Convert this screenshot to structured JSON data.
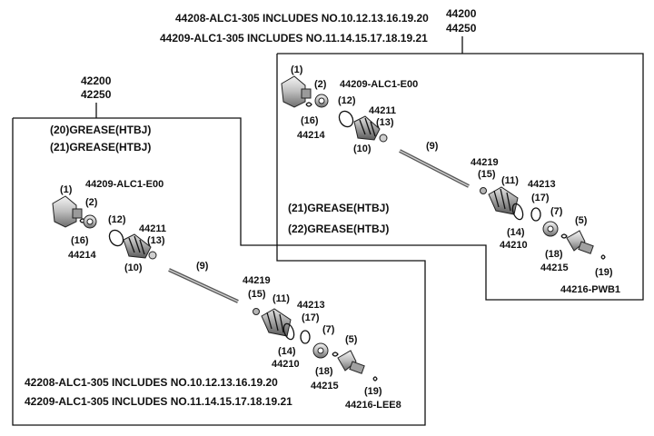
{
  "top_notes": {
    "line1": "44208-ALC1-305 INCLUDES NO.10.12.13.16.19.20",
    "line2": "44209-ALC1-305 INCLUDES NO.11.14.15.17.18.19.21"
  },
  "right_assembly": {
    "part_no_1": "44200",
    "part_no_2": "44250",
    "labels": {
      "c1": "(1)",
      "c2": "(2)",
      "c16": "(16)",
      "p44214": "44214",
      "p44209": "44209-ALC1-E00",
      "c12": "(12)",
      "p44211": "44211",
      "c13": "(13)",
      "c10": "(10)",
      "c9": "(9)",
      "p44219": "44219",
      "c15": "(15)",
      "c11": "(11)",
      "p44213": "44213",
      "c17": "(17)",
      "c7": "(7)",
      "c14": "(14)",
      "p44210": "44210",
      "c5": "(5)",
      "c18": "(18)",
      "p44215": "44215",
      "c19": "(19)",
      "p44216": "44216-PWB1"
    },
    "grease_1": "(21)GREASE(HTBJ)",
    "grease_2": "(22)GREASE(HTBJ)"
  },
  "left_assembly": {
    "part_no_1": "42200",
    "part_no_2": "42250",
    "grease_1": "(20)GREASE(HTBJ)",
    "grease_2": "(21)GREASE(HTBJ)",
    "labels": {
      "c1": "(1)",
      "c2": "(2)",
      "c16": "(16)",
      "p44214": "44214",
      "p44209": "44209-ALC1-E00",
      "c12": "(12)",
      "p44211": "44211",
      "c13": "(13)",
      "c10": "(10)",
      "c9": "(9)",
      "p44219": "44219",
      "c15": "(15)",
      "c11": "(11)",
      "p44213": "44213",
      "c17": "(17)",
      "c14": "(14)",
      "p44210": "44210",
      "c7": "(7)",
      "c5": "(5)",
      "c18": "(18)",
      "p44215": "44215",
      "c19": "(19)",
      "p44216": "44216-LEE8"
    },
    "bottom_note_1": "42208-ALC1-305 INCLUDES NO.10.12.13.16.19.20",
    "bottom_note_2": "42209-ALC1-305 INCLUDES NO.11.14.15.17.18.19.21"
  },
  "colors": {
    "line": "#111111",
    "part_fill": "#d9d9d9",
    "part_dark": "#8c8c8c",
    "background": "#ffffff"
  }
}
